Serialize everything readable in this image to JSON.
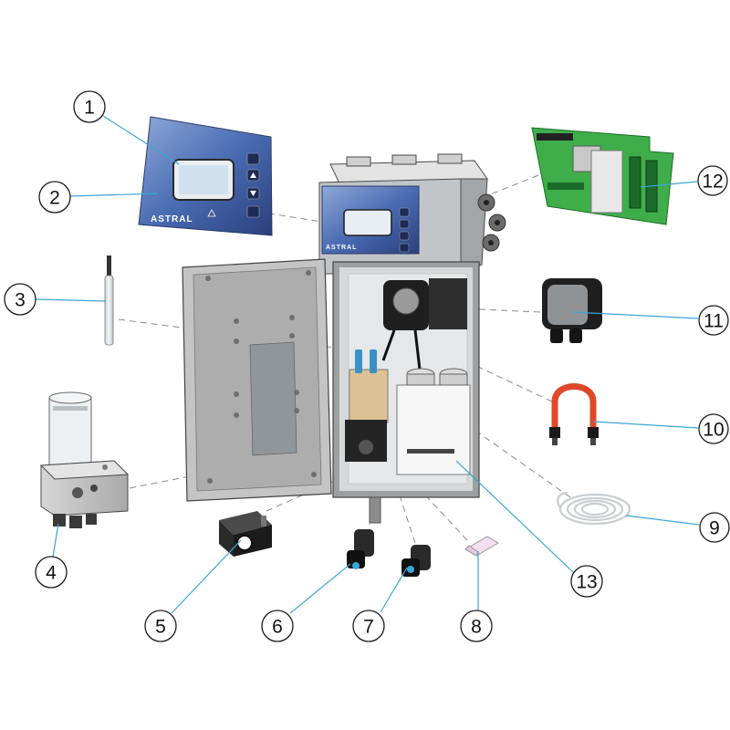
{
  "callouts": [
    "1",
    "2",
    "3",
    "4",
    "5",
    "6",
    "7",
    "8",
    "9",
    "10",
    "11",
    "12",
    "13"
  ],
  "brand": "ASTRAL",
  "colors": {
    "leader_line": "#3aa6d6",
    "panel_blue": "#3d5fa8",
    "tube_red": "#e0482a",
    "pcb_green": "#3fae4a"
  }
}
